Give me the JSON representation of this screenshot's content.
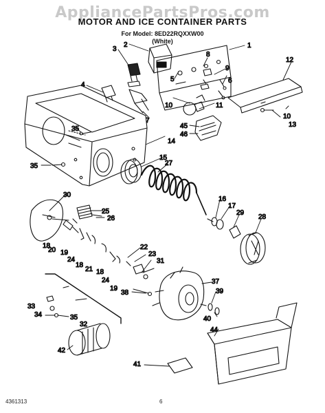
{
  "watermark": "AppliancePartsPros.com",
  "title": "MOTOR AND ICE CONTAINER PARTS",
  "model_line": "For Model: 8ED22RQXXW00",
  "color_line": "(White)",
  "footer_left": "4361313",
  "footer_page": "6",
  "callouts": [
    {
      "id": "1",
      "text": "1"
    },
    {
      "id": "2",
      "text": "2"
    },
    {
      "id": "3",
      "text": "3"
    },
    {
      "id": "4",
      "text": "4"
    },
    {
      "id": "5",
      "text": "5"
    },
    {
      "id": "6",
      "text": "6"
    },
    {
      "id": "7",
      "text": "7"
    },
    {
      "id": "8",
      "text": "8"
    },
    {
      "id": "9",
      "text": "9"
    },
    {
      "id": "10a",
      "text": "10"
    },
    {
      "id": "10b",
      "text": "10"
    },
    {
      "id": "11",
      "text": "11"
    },
    {
      "id": "12",
      "text": "12"
    },
    {
      "id": "13",
      "text": "13"
    },
    {
      "id": "14",
      "text": "14"
    },
    {
      "id": "15",
      "text": "15"
    },
    {
      "id": "16",
      "text": "16"
    },
    {
      "id": "17",
      "text": "17"
    },
    {
      "id": "18a",
      "text": "18"
    },
    {
      "id": "18b",
      "text": "18"
    },
    {
      "id": "18c",
      "text": "18"
    },
    {
      "id": "19a",
      "text": "19"
    },
    {
      "id": "19b",
      "text": "19"
    },
    {
      "id": "20",
      "text": "20"
    },
    {
      "id": "21",
      "text": "21"
    },
    {
      "id": "22",
      "text": "22"
    },
    {
      "id": "23",
      "text": "23"
    },
    {
      "id": "24a",
      "text": "24"
    },
    {
      "id": "24b",
      "text": "24"
    },
    {
      "id": "25",
      "text": "25"
    },
    {
      "id": "26",
      "text": "26"
    },
    {
      "id": "27",
      "text": "27"
    },
    {
      "id": "28",
      "text": "28"
    },
    {
      "id": "29",
      "text": "29"
    },
    {
      "id": "30",
      "text": "30"
    },
    {
      "id": "31",
      "text": "31"
    },
    {
      "id": "32",
      "text": "32"
    },
    {
      "id": "33",
      "text": "33"
    },
    {
      "id": "34",
      "text": "34"
    },
    {
      "id": "35a",
      "text": "35"
    },
    {
      "id": "35b",
      "text": "35"
    },
    {
      "id": "35c",
      "text": "35"
    },
    {
      "id": "37",
      "text": "37"
    },
    {
      "id": "38",
      "text": "38"
    },
    {
      "id": "39",
      "text": "39"
    },
    {
      "id": "40",
      "text": "40"
    },
    {
      "id": "41",
      "text": "41"
    },
    {
      "id": "42",
      "text": "42"
    },
    {
      "id": "44",
      "text": "44"
    },
    {
      "id": "45",
      "text": "45"
    },
    {
      "id": "46",
      "text": "46"
    }
  ]
}
